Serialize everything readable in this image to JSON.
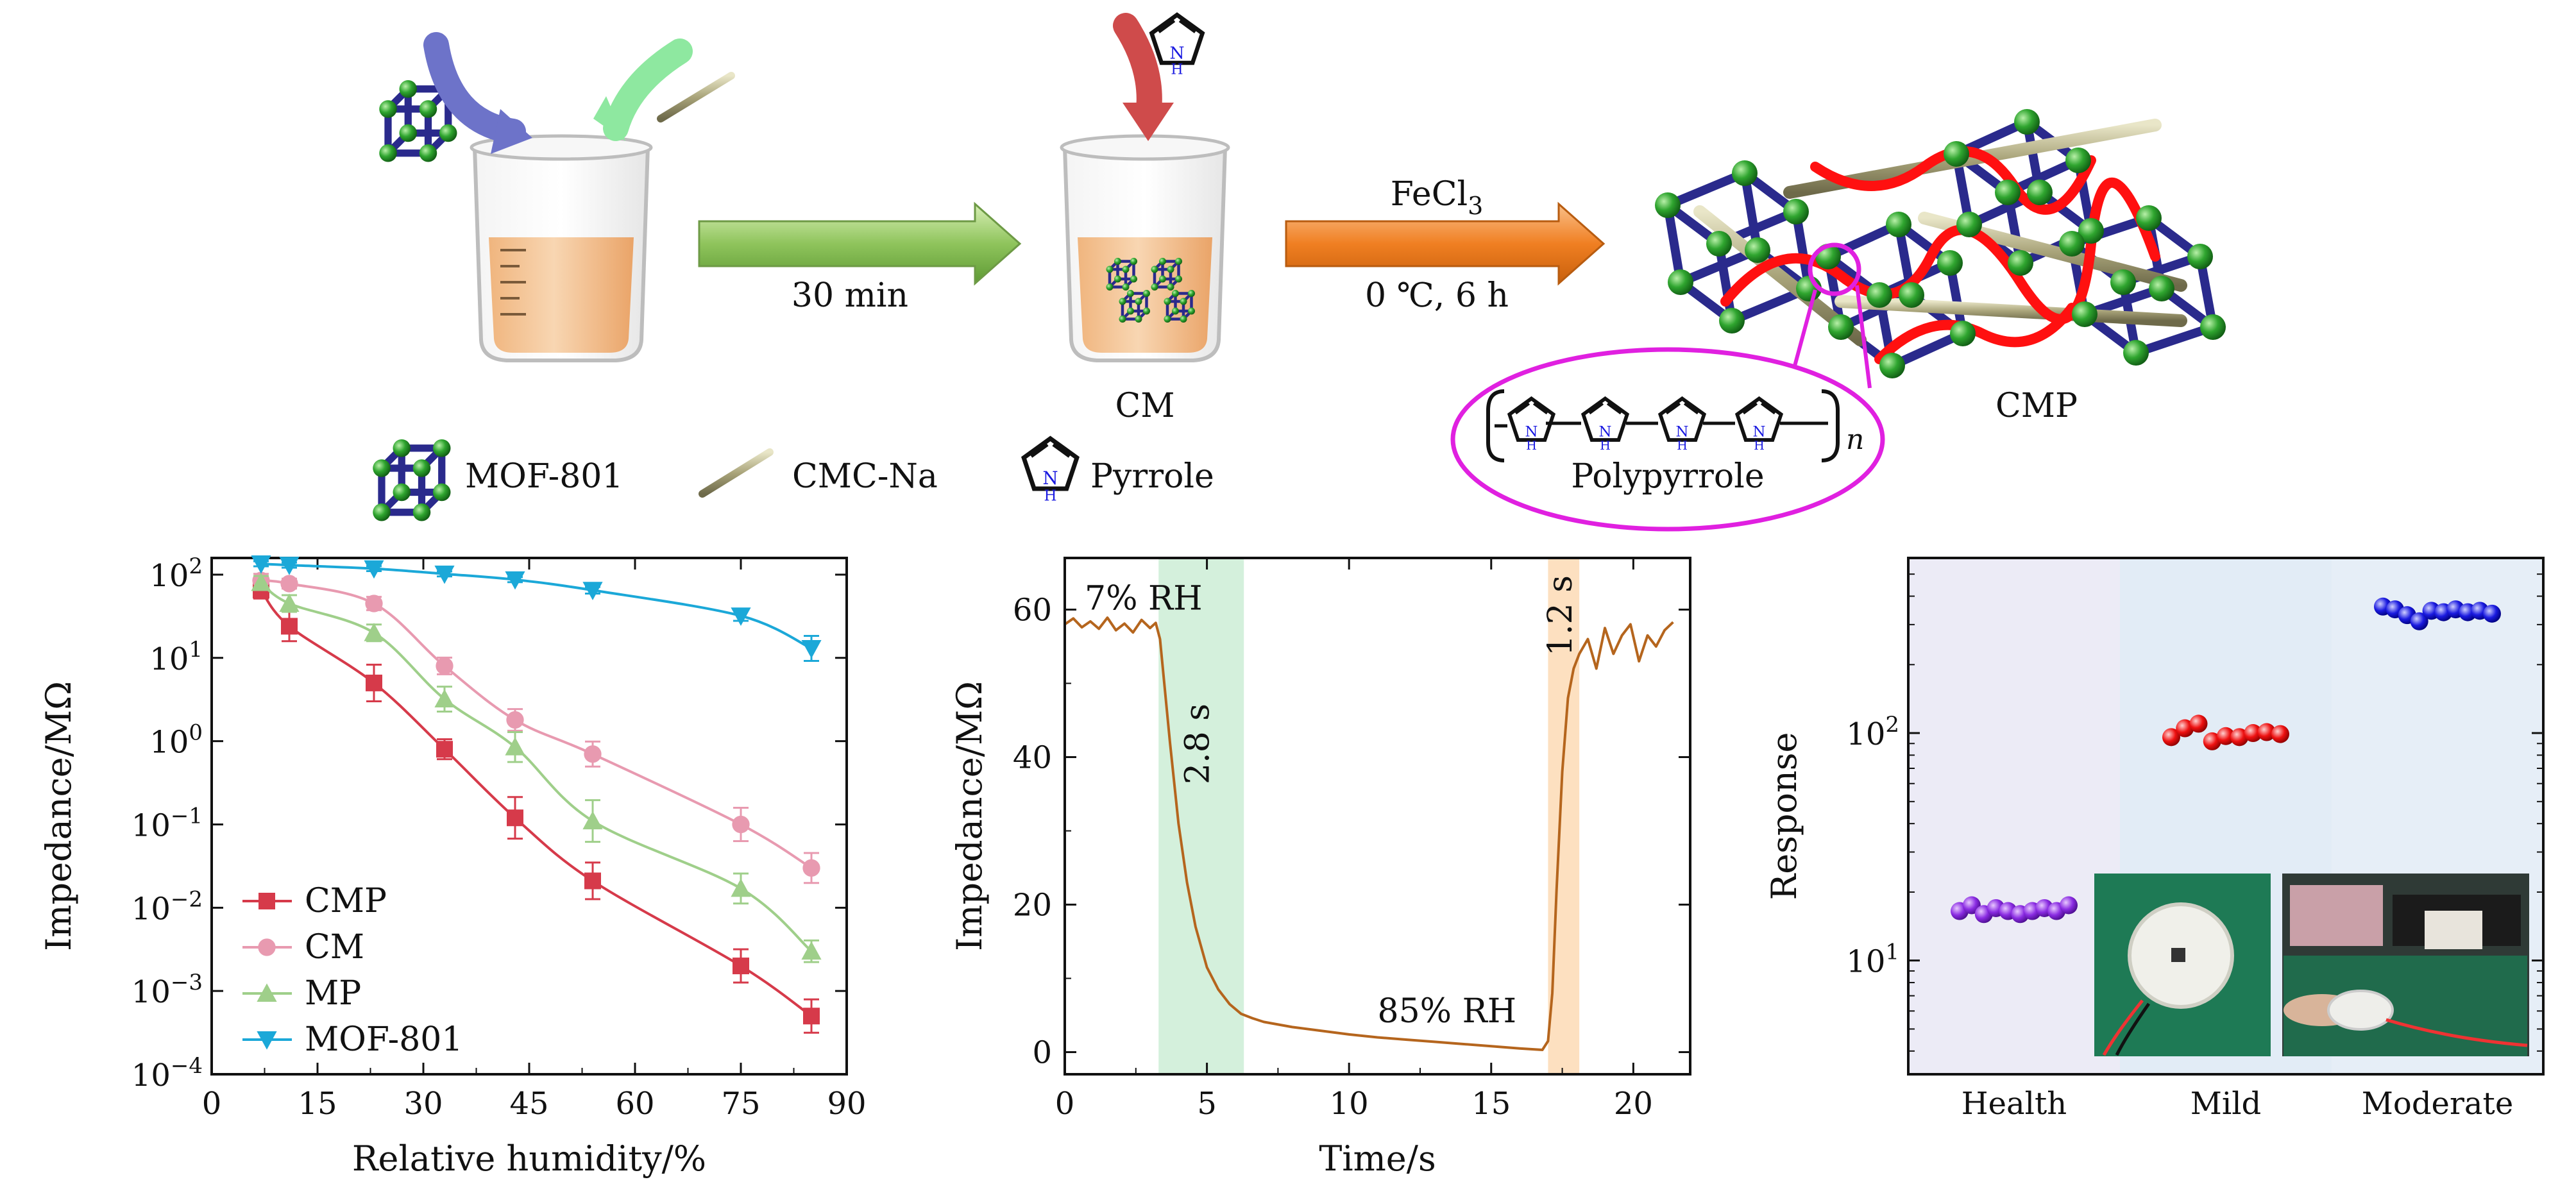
{
  "scheme": {
    "arrow1_label": "30 min",
    "arrow2_label_main": "FeCl",
    "arrow2_label_sub": "3",
    "arrow2_label_below": "0 ℃, 6 h",
    "cm_label": "CM",
    "cmp_label": "CMP",
    "polymer_label": "Polypyrrole",
    "polymer_subscript": "n",
    "pyrrole_nh": "H",
    "legend_mof": "MOF-801",
    "legend_cmc": "CMC-Na",
    "legend_pyrrole": "Pyrrole",
    "colors": {
      "beaker_fill": "#f3c79b",
      "arrow_green": "#9ccf6a",
      "arrow_orange": "#f08a2c",
      "loop": "#e020e0",
      "mof_node": "#2fa52f",
      "mof_edge": "#2a2a8c",
      "polymer_chain": "#ff1010",
      "rod": "#c8c49a"
    }
  },
  "chart_data": [
    {
      "type": "line",
      "xlabel": "Relative humidity/%",
      "ylabel": "Impedance/MΩ",
      "xlim": [
        0,
        90
      ],
      "ylim_log10": [
        -4,
        2.2
      ],
      "y_scale": "log",
      "xticks": [
        "0",
        "15",
        "30",
        "45",
        "60",
        "75",
        "90"
      ],
      "yticks": [
        {
          "base": "10",
          "exp": "2"
        },
        {
          "base": "10",
          "exp": "1"
        },
        {
          "base": "10",
          "exp": "0"
        },
        {
          "base": "10",
          "exp": "−1"
        },
        {
          "base": "10",
          "exp": "−2"
        },
        {
          "base": "10",
          "exp": "−3"
        },
        {
          "base": "10",
          "exp": "−4"
        }
      ],
      "legend_position": "bottom-left",
      "x": [
        7,
        11,
        23,
        33,
        43,
        54,
        75,
        85
      ],
      "series": [
        {
          "name": "CMP",
          "color": "#d63a4a",
          "marker": "square",
          "values": [
            65,
            24,
            5,
            0.8,
            0.12,
            0.021,
            0.002,
            0.0005
          ],
          "err_log": [
            0.1,
            0.18,
            0.22,
            0.12,
            0.25,
            0.22,
            0.2,
            0.2
          ]
        },
        {
          "name": "CM",
          "color": "#e89ab0",
          "marker": "circle",
          "values": [
            85,
            78,
            45,
            8,
            1.8,
            0.7,
            0.1,
            0.03
          ],
          "err_log": [
            0.08,
            0.06,
            0.08,
            0.1,
            0.13,
            0.15,
            0.2,
            0.18
          ]
        },
        {
          "name": "MP",
          "color": "#9fcf8a",
          "marker": "triangle-up",
          "values": [
            80,
            45,
            20,
            3.2,
            0.85,
            0.11,
            0.017,
            0.003
          ],
          "err_log": [
            0.08,
            0.1,
            0.1,
            0.15,
            0.18,
            0.25,
            0.18,
            0.13
          ]
        },
        {
          "name": "MOF-801",
          "color": "#1ba8d8",
          "marker": "triangle-down",
          "values": [
            135,
            130,
            118,
            102,
            87,
            65,
            32,
            13
          ],
          "err_log": [
            0.03,
            0.03,
            0.03,
            0.03,
            0.03,
            0.04,
            0.06,
            0.15
          ]
        }
      ]
    },
    {
      "type": "line",
      "xlabel": "Time/s",
      "ylabel": "Impedance/MΩ",
      "xlim": [
        0,
        22
      ],
      "ylim": [
        -3,
        67
      ],
      "xticks": [
        0,
        5,
        10,
        15,
        20
      ],
      "yticks": [
        0,
        20,
        40,
        60
      ],
      "line_color": "#b5651d",
      "bands": [
        {
          "x0": 3.3,
          "x1": 6.3,
          "color": "#d4f0dc",
          "label": "2.8 s"
        },
        {
          "x0": 17.0,
          "x1": 18.1,
          "color": "#fde0c0",
          "label": "1.2 s"
        }
      ],
      "annotations": [
        {
          "text": "7% RH",
          "x": 0.7,
          "y": 60
        },
        {
          "text": "85% RH",
          "x": 11.0,
          "y": 3
        }
      ],
      "x": [
        0,
        0.3,
        0.6,
        0.9,
        1.2,
        1.5,
        1.8,
        2.1,
        2.4,
        2.7,
        3.0,
        3.2,
        3.35,
        3.5,
        3.7,
        4.0,
        4.3,
        4.6,
        5.0,
        5.4,
        5.8,
        6.2,
        6.6,
        7,
        8,
        9,
        10,
        11,
        12,
        13,
        14,
        15,
        16,
        16.8,
        17.0,
        17.15,
        17.3,
        17.5,
        17.7,
        17.9,
        18.1,
        18.4,
        18.7,
        19.0,
        19.3,
        19.6,
        19.9,
        20.2,
        20.5,
        20.8,
        21.1,
        21.4
      ],
      "y": [
        58,
        58.8,
        57.6,
        58.4,
        57.4,
        58.9,
        57.2,
        58.1,
        56.9,
        58.6,
        57.5,
        58.2,
        56,
        50,
        42,
        31,
        23,
        17,
        11.5,
        8.5,
        6.5,
        5.2,
        4.6,
        4.1,
        3.4,
        2.9,
        2.4,
        2.0,
        1.7,
        1.4,
        1.1,
        0.8,
        0.5,
        0.3,
        1.5,
        8,
        22,
        38,
        48,
        52,
        54,
        56,
        52,
        57.5,
        54,
        56.5,
        58,
        53,
        56.5,
        55,
        57.2,
        58.3
      ]
    },
    {
      "type": "scatter",
      "xlabel": "",
      "ylabel": "Response",
      "y_scale": "log",
      "ylim_log10": [
        0.5,
        2.77
      ],
      "yticks": [
        {
          "base": "10",
          "exp": "1"
        },
        {
          "base": "10",
          "exp": "2"
        }
      ],
      "categories": [
        "Health",
        "Mild",
        "Moderate"
      ],
      "groups": [
        {
          "category": "Health",
          "color": "#8a2be2",
          "values": [
            16.5,
            17.5,
            16,
            17,
            16.5,
            16,
            16.5,
            17,
            16.5,
            17.5
          ]
        },
        {
          "category": "Mild",
          "color": "#ee1111",
          "values": [
            96,
            105,
            110,
            92,
            97,
            96,
            100,
            101,
            99
          ]
        },
        {
          "category": "Moderate",
          "color": "#1a1ae0",
          "values": [
            360,
            350,
            330,
            310,
            345,
            340,
            350,
            340,
            345,
            335
          ]
        }
      ],
      "band_colors": [
        "#ecebf6",
        "#e2ecf6",
        "#e6eef7"
      ]
    }
  ]
}
